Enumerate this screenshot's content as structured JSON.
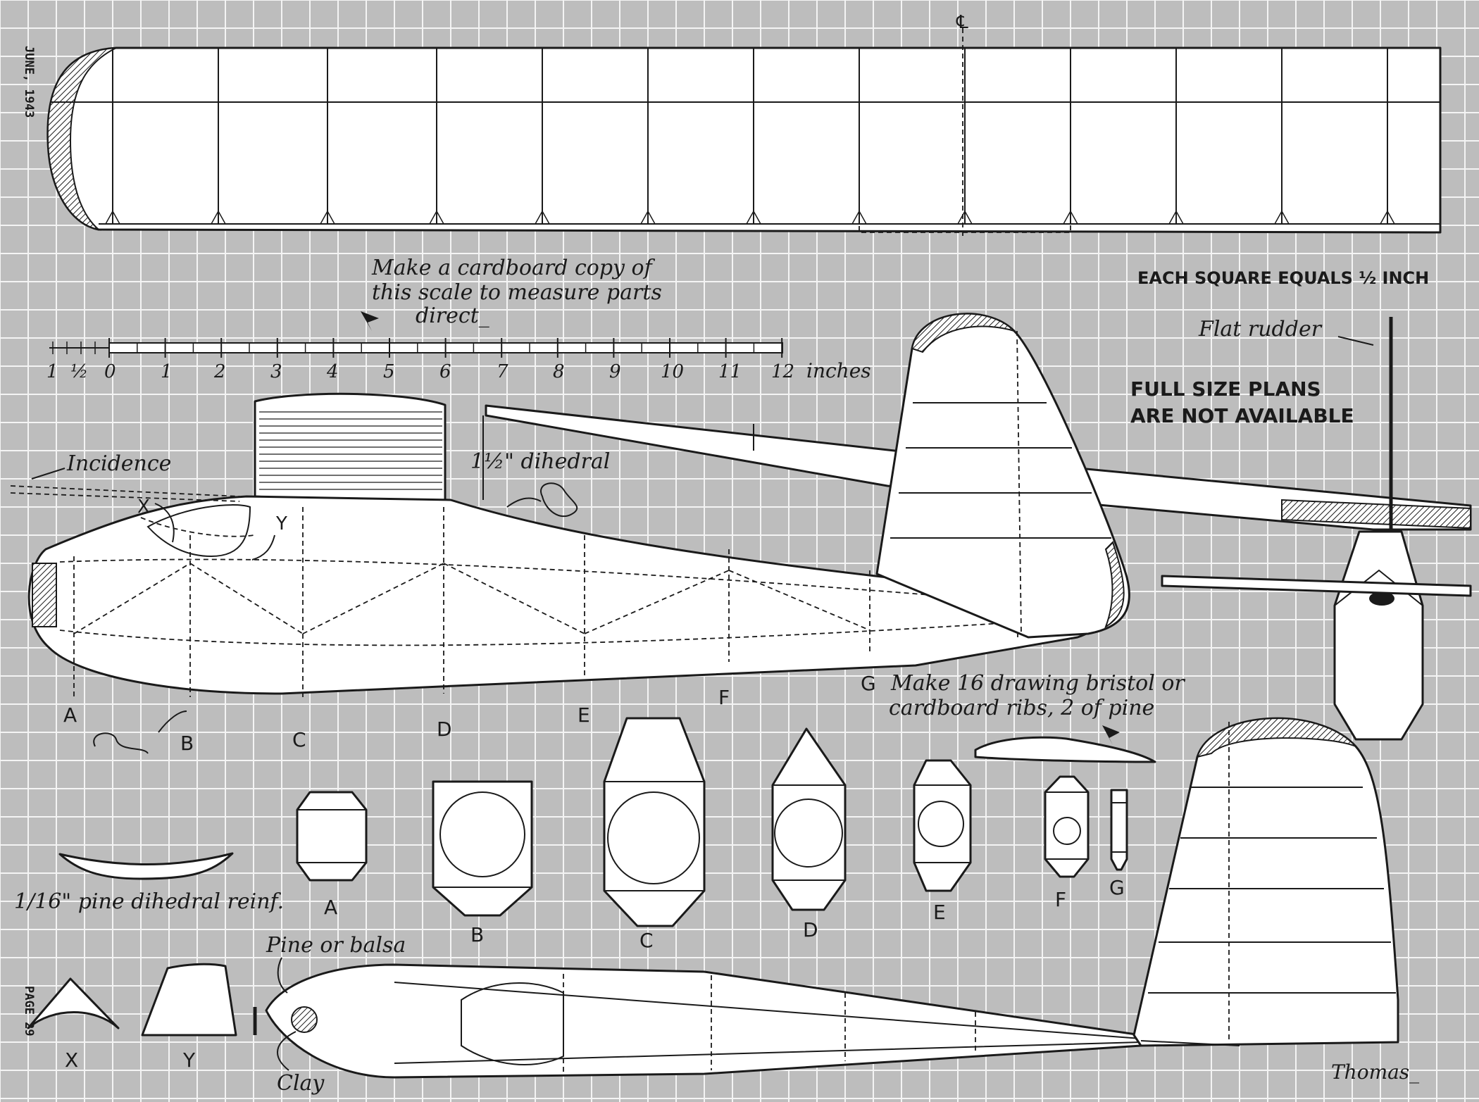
{
  "margin": {
    "date": "JUNE, 1943",
    "page": "PAGE 29"
  },
  "headings": {
    "scale_note": "EACH SQUARE EQUALS ½  INCH",
    "availability_line1": "FULL SIZE PLANS",
    "availability_line2": "ARE NOT AVAILABLE"
  },
  "notes": {
    "scale_copy_line1": "Make a cardboard copy of",
    "scale_copy_line2": "this scale to measure parts",
    "scale_copy_line3": "direct_",
    "flat_rudder": "Flat rudder",
    "incidence": "Incidence",
    "dihedral": "1½\" dihedral",
    "ribs_line1": "Make 16 drawing bristol or",
    "ribs_line2": "cardboard ribs, 2 of pine",
    "pine_reinf": "1/16\" pine dihedral reinf.",
    "pine_or_balsa": "Pine or balsa",
    "clay": "Clay",
    "signature": "Thomas_",
    "centerline": "℄"
  },
  "scale": {
    "left_labels": [
      "1",
      "½"
    ],
    "ticks": [
      "0",
      "1",
      "2",
      "3",
      "4",
      "5",
      "6",
      "7",
      "8",
      "9",
      "10",
      "11",
      "12"
    ],
    "unit": "inches"
  },
  "station_labels": [
    "A",
    "B",
    "C",
    "D",
    "E",
    "F",
    "G"
  ],
  "bulkheads": [
    "A",
    "B",
    "C",
    "D",
    "E",
    "F",
    "G"
  ],
  "detail_labels": {
    "x": "X",
    "y": "Y"
  },
  "colors": {
    "paper": "#bdbdbd",
    "grid": "#f4f4f4",
    "ink": "#1a1a1a",
    "part": "#ffffff"
  }
}
